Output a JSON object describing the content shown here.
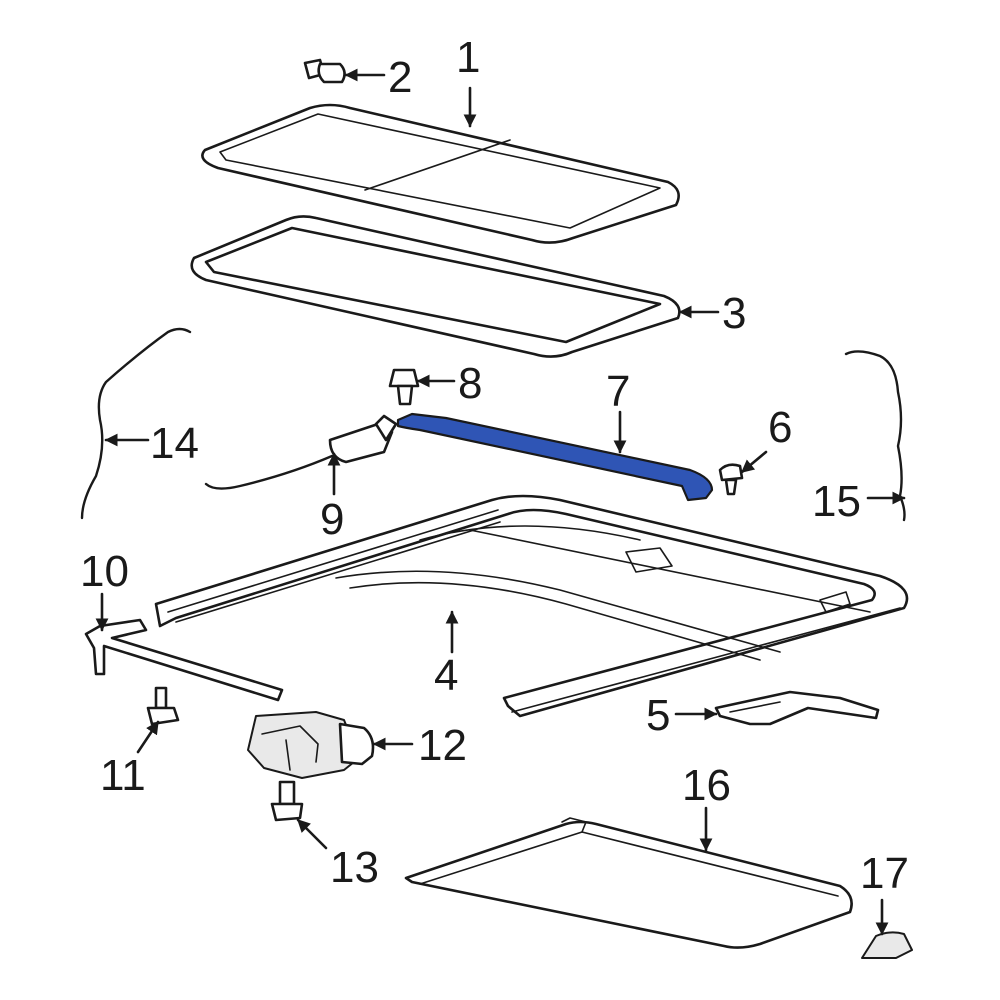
{
  "diagram": {
    "highlight_color": "#2f55b5",
    "line_color": "#1a1a1a",
    "callouts": {
      "c1": "1",
      "c2": "2",
      "c3": "3",
      "c4": "4",
      "c5": "5",
      "c6": "6",
      "c7": "7",
      "c8": "8",
      "c9": "9",
      "c10": "10",
      "c11": "11",
      "c12": "12",
      "c13": "13",
      "c14": "14",
      "c15": "15",
      "c16": "16",
      "c17": "17"
    },
    "highlighted_part": "7"
  }
}
